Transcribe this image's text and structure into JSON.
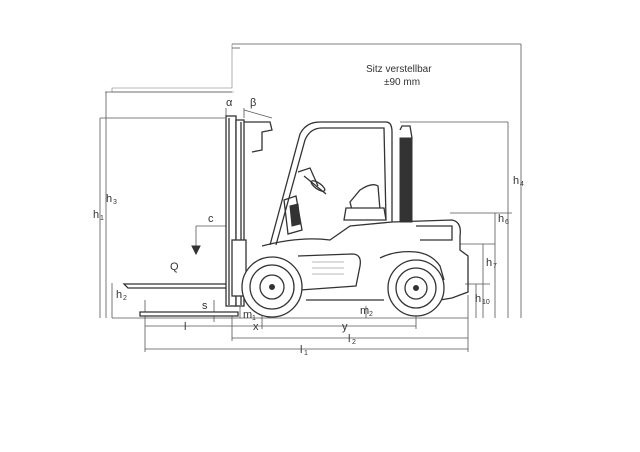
{
  "note": {
    "line1": "Sitz verstellbar",
    "line2": "±90 mm"
  },
  "labels": {
    "alpha": "α",
    "beta": "β",
    "c": "c",
    "Q": "Q",
    "s": "s",
    "m1": "m",
    "m1_sub": "1",
    "m2": "m",
    "m2_sub": "2",
    "x": "x",
    "y": "y",
    "l": "l",
    "l1": "l",
    "l1_sub": "1",
    "l2": "l",
    "l2_sub": "2",
    "h1": "h",
    "h1_sub": "1",
    "h2": "h",
    "h2_sub": "2",
    "h3": "h",
    "h3_sub": "3",
    "h4": "h",
    "h4_sub": "4",
    "h6": "h",
    "h6_sub": "6",
    "h7": "h",
    "h7_sub": "7",
    "h10": "h",
    "h10_sub": "10"
  }
}
